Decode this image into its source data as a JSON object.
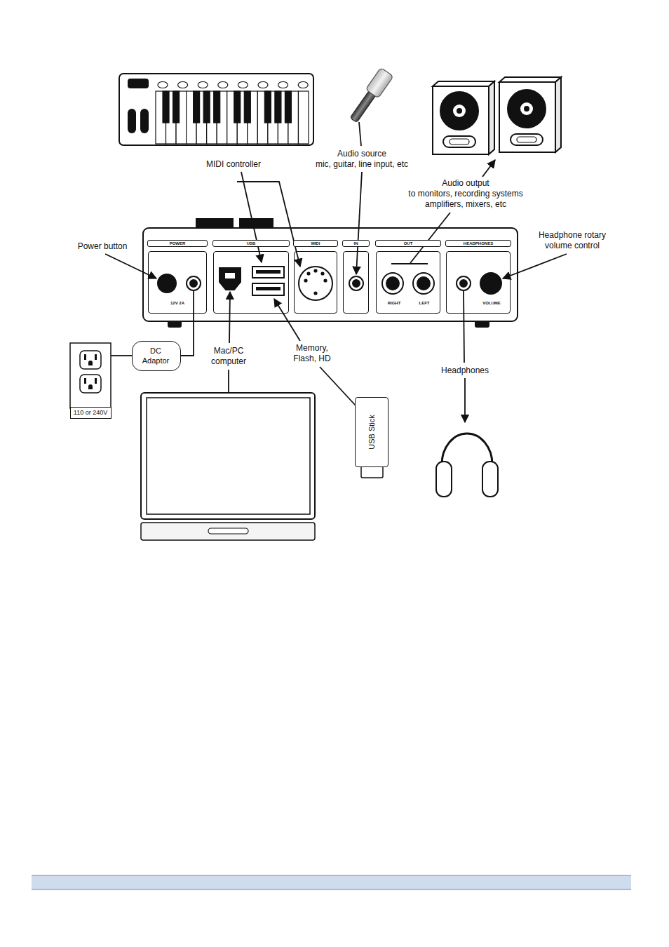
{
  "diagram": {
    "nodes": [
      {
        "text": [
          "POWER",
          "12V 2A"
        ]
      },
      {
        "text": [
          "USB"
        ]
      },
      {
        "text": [
          "MIDI"
        ]
      },
      {
        "text": [
          "IN"
        ]
      },
      {
        "text": [
          "OUT",
          "RIGHT",
          "LEFT"
        ]
      },
      {
        "text": [
          "HEADPHONES",
          "VOLUME"
        ]
      },
      {
        "text": [
          "DC Adaptor"
        ]
      },
      {
        "text": [
          "110 or 240V"
        ]
      },
      {
        "text": [
          "USB Stick"
        ]
      }
    ],
    "edges": [
      {
        "from": 6,
        "to": 0,
        "arrow": "none"
      }
    ],
    "labels": [
      "MIDI controller",
      "Audio source",
      "mic, guitar, line input, etc",
      "Audio output",
      "to monitors, recording systems amplifiers, mixers, etc",
      "Power button",
      "Headphone rotary volume control",
      "Mac/PC computer",
      "Memory, Flash, HD",
      "Headphones"
    ]
  }
}
